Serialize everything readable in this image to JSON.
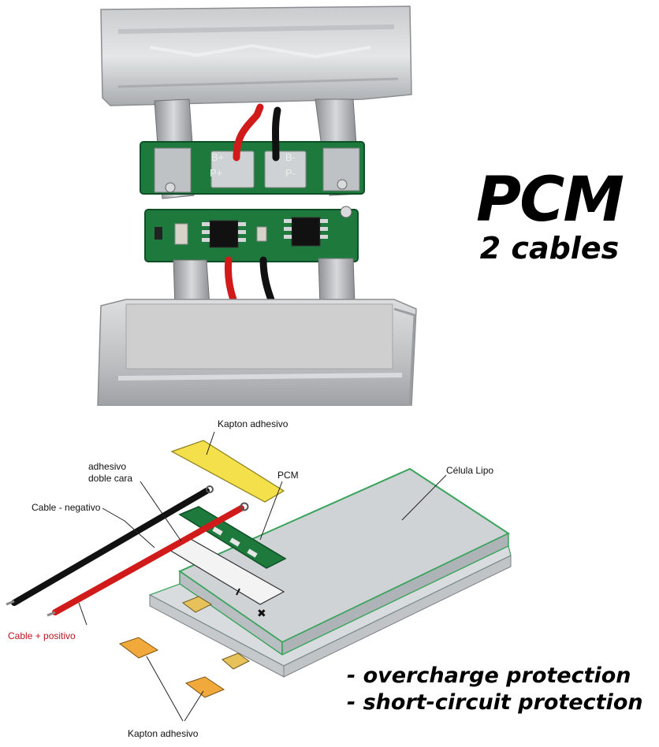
{
  "title": "PCM",
  "subtitle": "2 cables",
  "features": [
    "- overcharge protection",
    "- short-circuit protection"
  ],
  "photo_board_marks": [
    "B+",
    "P+",
    "B-",
    "P-"
  ],
  "diagram_labels": {
    "kapton_top": "Kapton adhesivo",
    "adhesive_line1": "adhesivo",
    "adhesive_line2": "doble cara",
    "pcm": "PCM",
    "cell": "Célula Lipo",
    "negative": "Cable - negativo",
    "positive": "Cable + positivo",
    "kapton_bottom": "Kapton adhesivo"
  },
  "colors": {
    "pcb_green": "#1e7a3c",
    "wire_red": "#d11a1a",
    "wire_black": "#111111",
    "cell_silver": "#cfd3d6",
    "kapton_yellow": "#f3e04a",
    "kapton_orange": "#f2a93b",
    "cell_outline_green": "#3aa35c"
  }
}
